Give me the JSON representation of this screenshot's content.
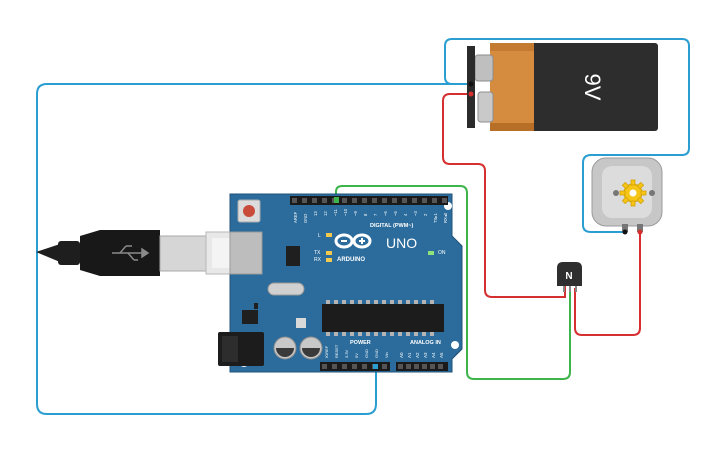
{
  "battery": {
    "label": "9V",
    "body_color": "#2b2b2b",
    "cap_color": "#d9913f"
  },
  "arduino": {
    "brand": "ARDUINO",
    "model": "UNO",
    "digital_header_label": "DIGITAL (PWM~)",
    "power_label": "POWER",
    "analog_label": "ANALOG IN",
    "on_label": "ON",
    "led_labels": [
      "L",
      "TX",
      "RX"
    ],
    "digital_pins": [
      "AREF",
      "GND",
      "13",
      "12",
      "~11",
      "~10",
      "~9",
      "8",
      "7",
      "~6",
      "~5",
      "4",
      "~3",
      "2",
      "TX▸1",
      "RX◂0"
    ],
    "power_pins": [
      "IOREF",
      "RESET",
      "3.3V",
      "5V",
      "GND",
      "GND",
      "Vin"
    ],
    "analog_pins": [
      "A0",
      "A1",
      "A2",
      "A3",
      "A4",
      "A5"
    ],
    "board_color": "#2b6c9c"
  },
  "transistor": {
    "label": "N"
  },
  "motor": {
    "icon": "gear-icon"
  },
  "usb": {
    "icon": "usb-icon"
  },
  "colors": {
    "wire_blue": "#2a9ed1",
    "wire_red": "#d62f2f",
    "wire_green": "#3db54a"
  }
}
